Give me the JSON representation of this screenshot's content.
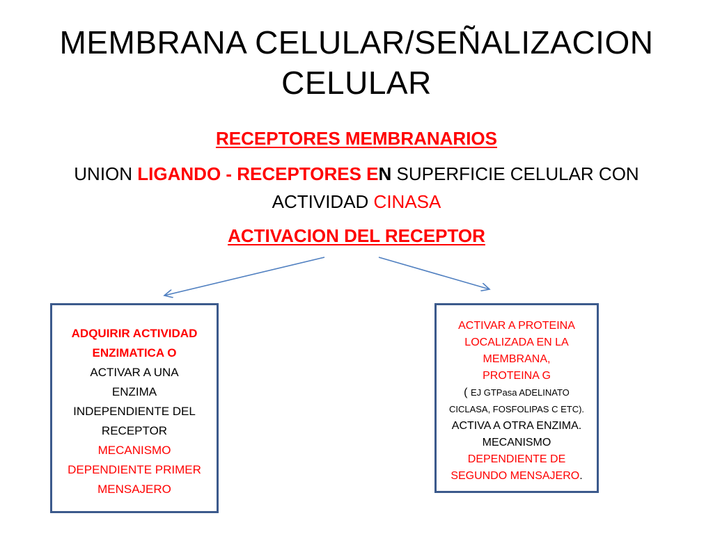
{
  "slide": {
    "title_line1": "MEMBRANA CELULAR/SEÑALIZACION",
    "title_line2": "CELULAR",
    "heading1": "RECEPTORES MEMBRANARIOS",
    "body": {
      "p1": "UNION ",
      "p2": "LIGANDO - RECEPTORES E",
      "p3": "N",
      "p4": " SUPERFICIE CELULAR CON",
      "p5": "ACTIVIDAD ",
      "p6": "CINASA"
    },
    "heading2": "ACTIVACION DEL RECEPTOR",
    "left_box": {
      "l1": "ADQUIRIR ACTIVIDAD",
      "l2": "ENZIMATICA  O",
      "l3": "ACTIVAR A UNA",
      "l4": "ENZIMA",
      "l5": "INDEPENDIENTE DEL",
      "l6": "RECEPTOR",
      "l7": "MECANISMO",
      "l8": "DEPENDIENTE PRIMER",
      "l9": "MENSAJERO"
    },
    "right_box": {
      "l1": "ACTIVAR A PROTEINA",
      "l2": "LOCALIZADA EN LA",
      "l3": "MEMBRANA,",
      "l4": "PROTEINA G",
      "l5a": "( ",
      "l5b": "EJ GTPasa  ADELINATO",
      "l6": "CICLASA,  FOSFOLIPAS C ETC).",
      "l7": "ACTIVA A  OTRA ENZIMA.",
      "l8": "MECANISMO",
      "l9": "DEPENDIENTE DE",
      "l10": "SEGUNDO MENSAJERO",
      "l10b": "."
    }
  },
  "colors": {
    "accent_red": "#ff0000",
    "box_border": "#3c5a8c",
    "arrow": "#4f7fc0"
  }
}
